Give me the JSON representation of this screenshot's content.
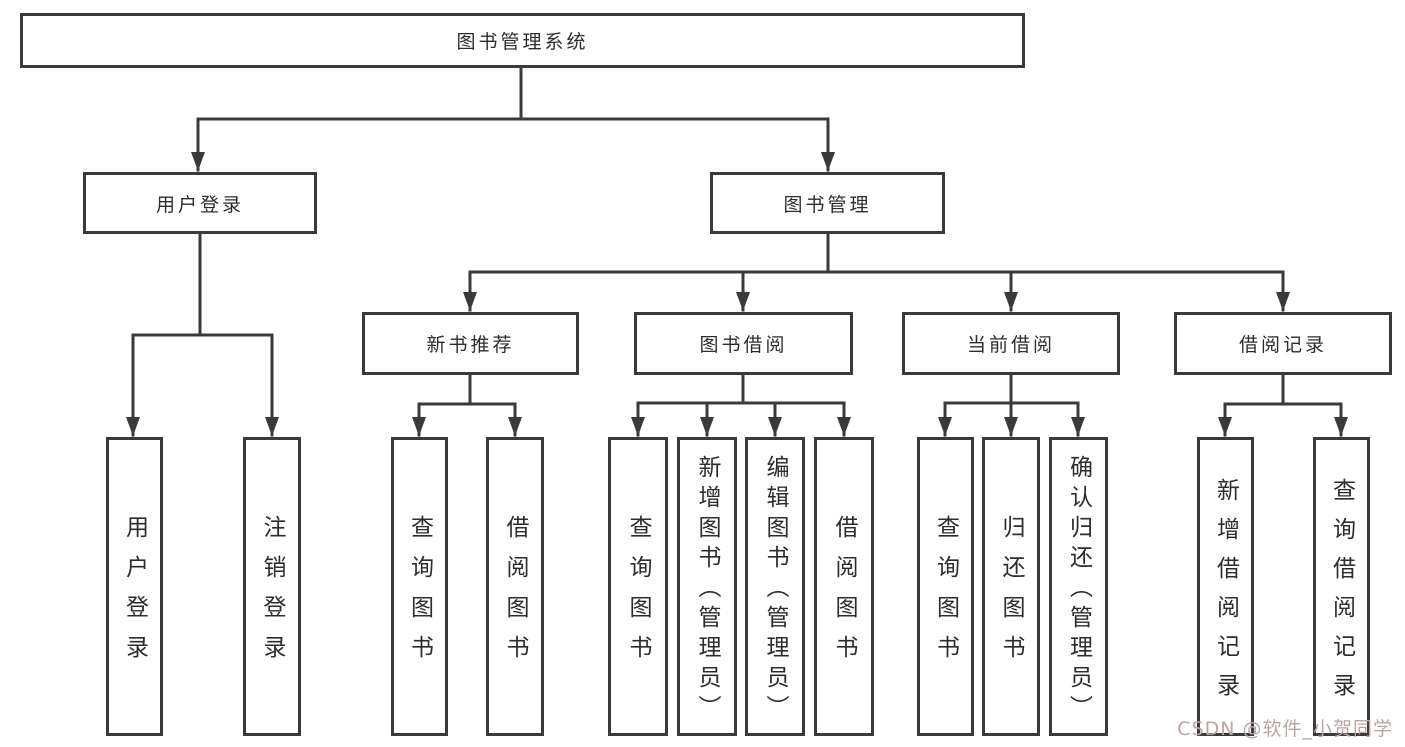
{
  "diagram": {
    "type": "hierarchy-chart",
    "tree": {
      "label": "图书管理系统",
      "children": [
        {
          "label": "用户登录",
          "children": [
            {
              "label": "用户登录"
            },
            {
              "label": "注销登录"
            }
          ]
        },
        {
          "label": "图书管理",
          "children": [
            {
              "label": "新书推荐",
              "children": [
                {
                  "label": "查询图书"
                },
                {
                  "label": "借阅图书"
                }
              ]
            },
            {
              "label": "图书借阅",
              "children": [
                {
                  "label": "查询图书"
                },
                {
                  "label": "新增图书（管理员）"
                },
                {
                  "label": "编辑图书（管理员）"
                },
                {
                  "label": "借阅图书"
                }
              ]
            },
            {
              "label": "当前借阅",
              "children": [
                {
                  "label": "查询图书"
                },
                {
                  "label": "归还图书"
                },
                {
                  "label": "确认归还（管理员）"
                }
              ]
            },
            {
              "label": "借阅记录",
              "children": [
                {
                  "label": "新增借阅记录"
                },
                {
                  "label": "查询借阅记录"
                }
              ]
            }
          ]
        }
      ]
    }
  },
  "watermark": {
    "text": "CSDN @软件_小贺同学"
  },
  "colors": {
    "line": "#3a3a3a",
    "text": "#2d2d2d",
    "background": "#ffffff",
    "watermark": "#bda4a4"
  }
}
